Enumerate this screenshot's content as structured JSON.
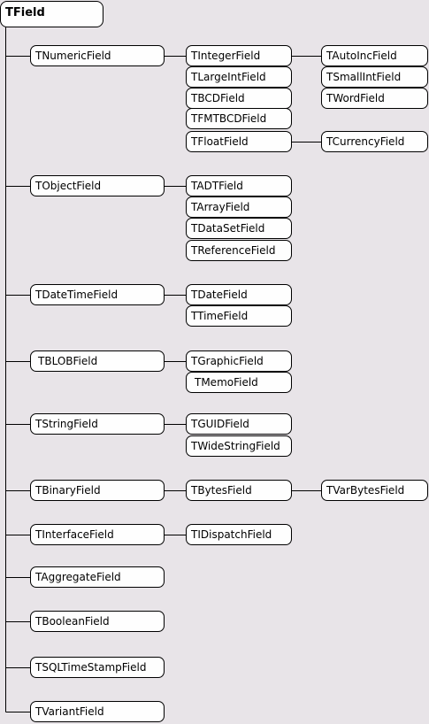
{
  "root": "TField",
  "col1": [
    "TNumericField",
    "TObjectField",
    "TDateTimeField",
    "TBLOBField",
    "TStringField",
    "TBinaryField",
    "TInterfaceField",
    "TAggregateField",
    "TBooleanField",
    "TSQLTimeStampField",
    "TVariantField"
  ],
  "col2": [
    "TIntegerField",
    "TLargeIntField",
    "TBCDField",
    "TFMTBCDField",
    "TFloatField",
    "TADTField",
    "TArrayField",
    "TDataSetField",
    "TReferenceField",
    "TDateField",
    "TTimeField",
    "TGraphicField",
    "TMemoField",
    "TGUIDField",
    "TWideStringField",
    "TBytesField",
    "TIDispatchField"
  ],
  "col3": [
    "TAutoIncField",
    "TSmallIntField",
    "TWordField",
    "TCurrencyField",
    "TVarBytesField"
  ]
}
